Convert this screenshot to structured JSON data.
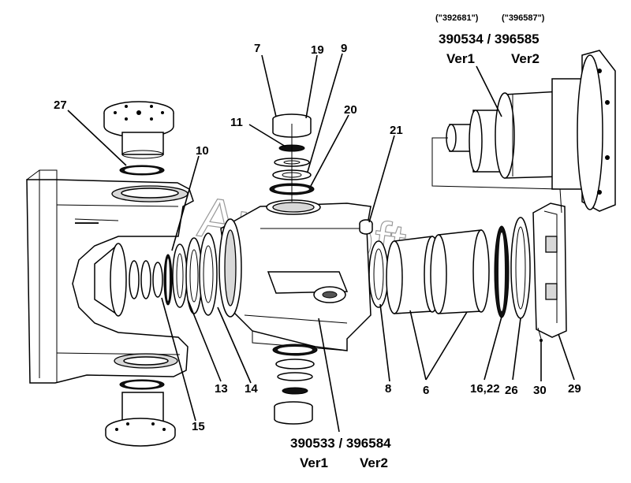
{
  "callouts": {
    "c7": "7",
    "c19": "19",
    "c9": "9",
    "c11": "11",
    "c20": "20",
    "c21": "21",
    "c27": "27",
    "c10": "10",
    "c13": "13",
    "c14": "14",
    "c15": "15",
    "c8": "8",
    "c6": "6",
    "c16_22": "16,22",
    "c26": "26",
    "c30": "30",
    "c29": "29"
  },
  "motor": {
    "alt_code_1": "(\"392681\")",
    "alt_code_2": "(\"396587\")",
    "part_numbers": "390534 / 396585",
    "ver1": "Ver1",
    "ver2": "Ver2"
  },
  "housing": {
    "part_numbers": "390533 / 396584",
    "ver1": "Ver1",
    "ver2": "Ver2"
  },
  "watermark": "Autosoft"
}
